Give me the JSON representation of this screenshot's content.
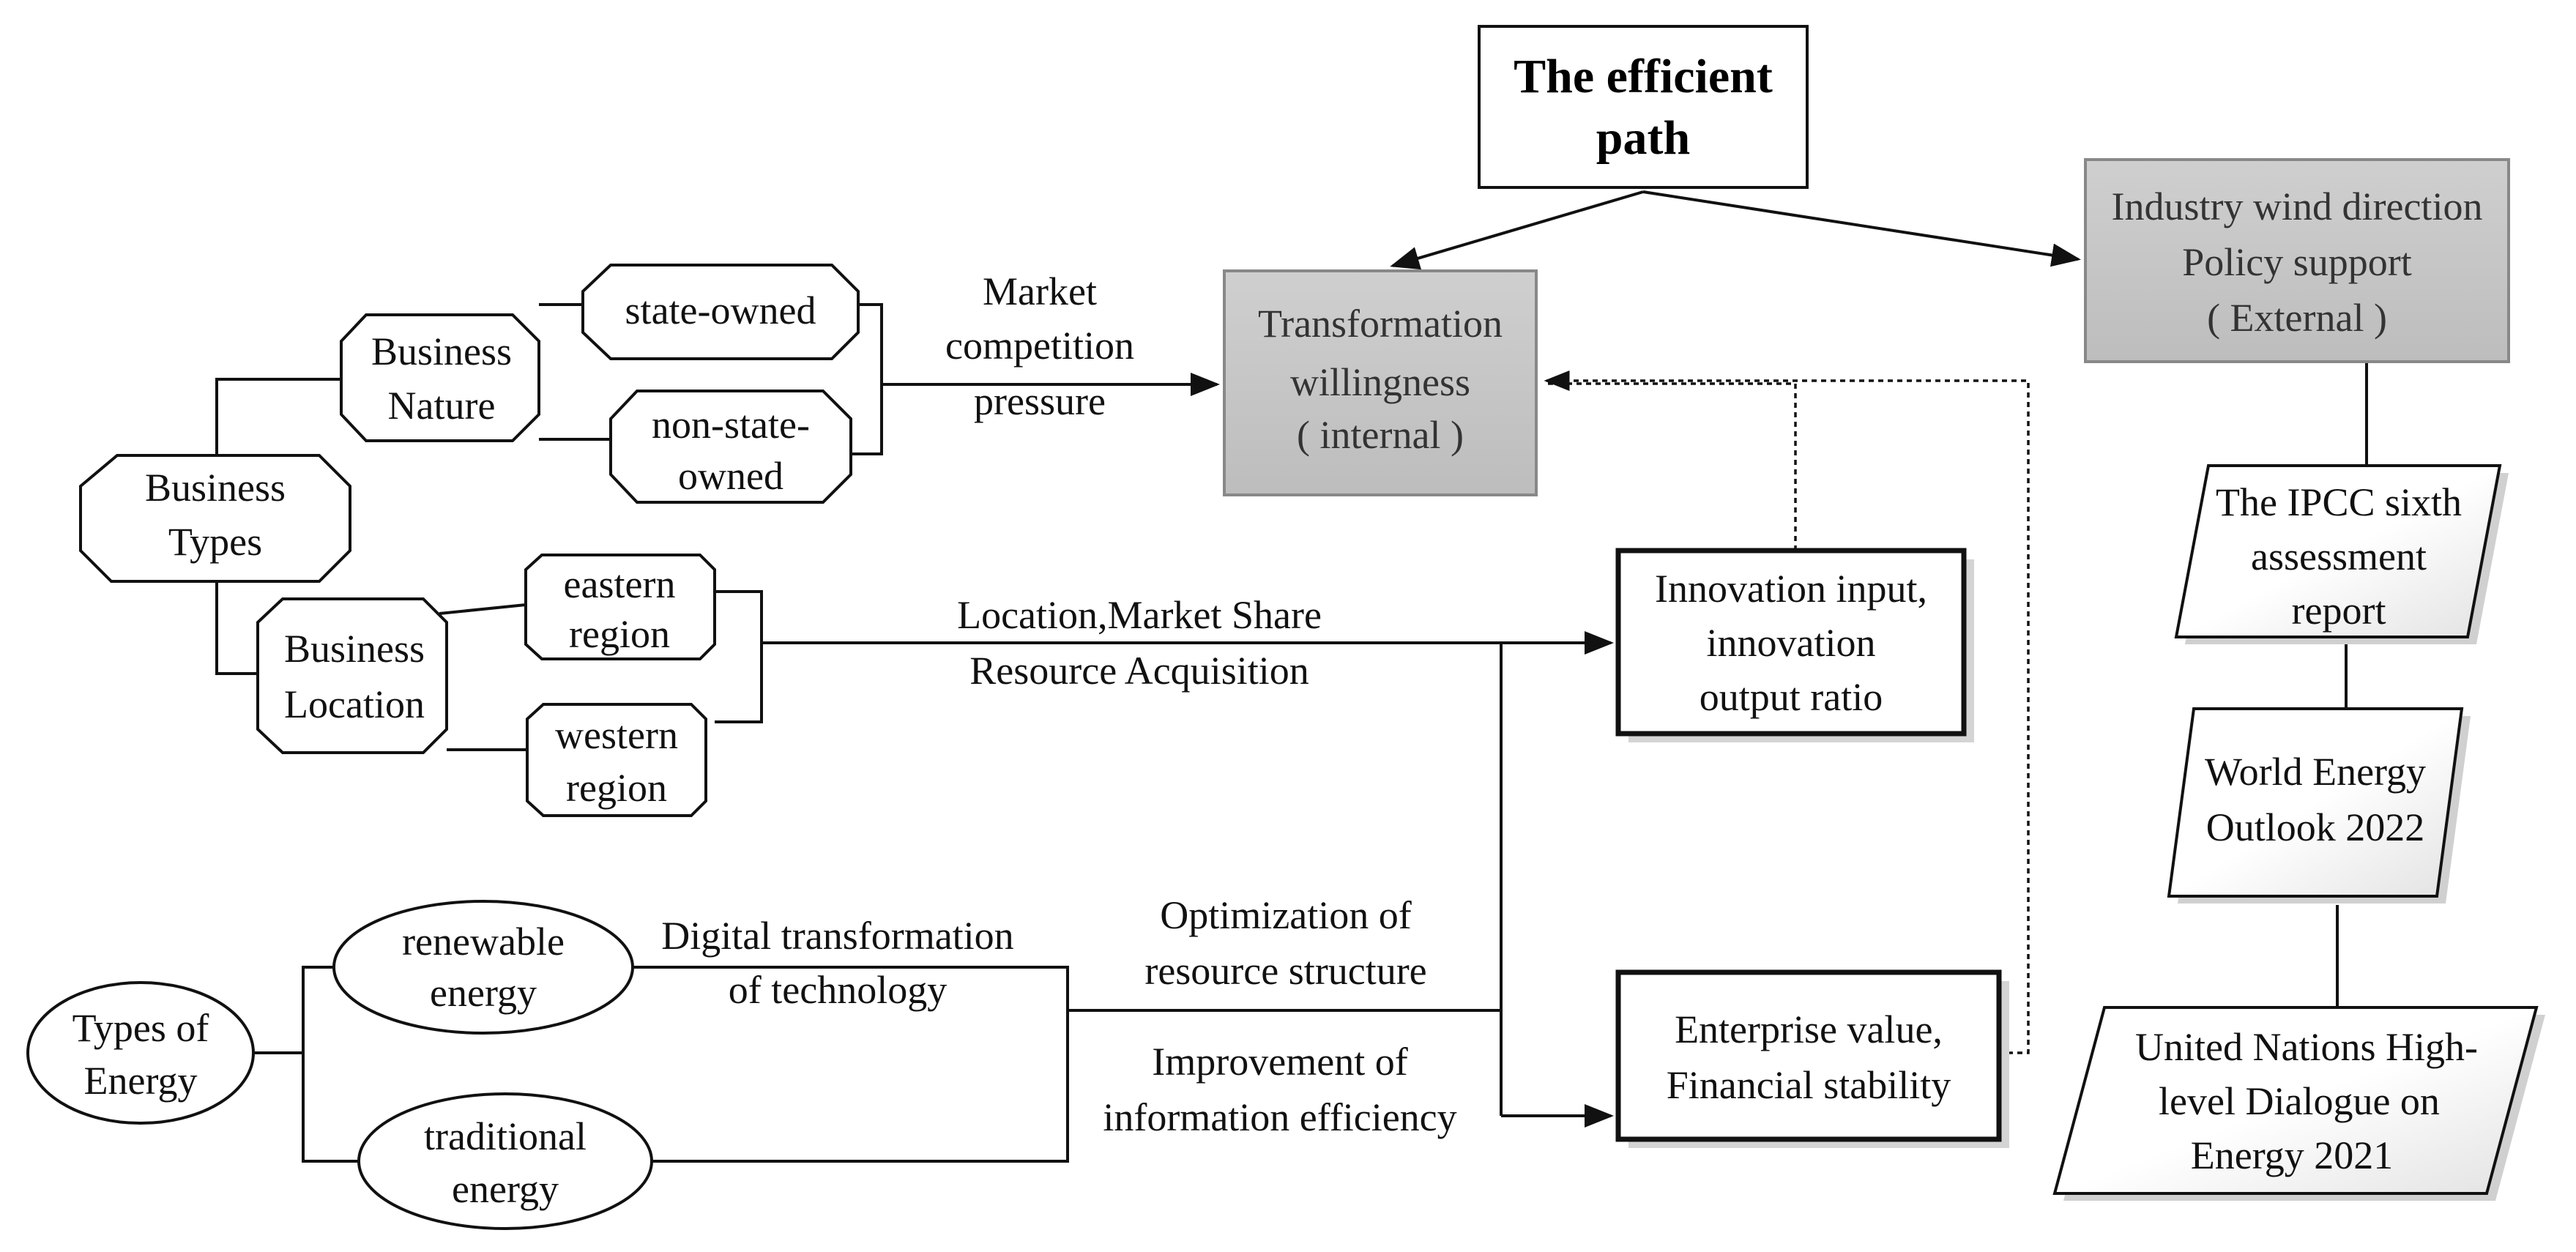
{
  "nodes": {
    "efficient_path": [
      "The efficient",
      "path"
    ],
    "transformation_willingness": [
      "Transformation",
      "willingness",
      "( internal )"
    ],
    "industry_wind": [
      "Industry wind direction",
      "Policy support",
      "( External )"
    ],
    "business_types": [
      "Business",
      "Types"
    ],
    "business_nature": [
      "Business",
      "Nature"
    ],
    "state_owned": [
      "state-owned"
    ],
    "non_state_owned": [
      "non-state-",
      "owned"
    ],
    "business_location": [
      "Business",
      "Location"
    ],
    "eastern_region": [
      "eastern",
      "region"
    ],
    "western_region": [
      "western",
      "region"
    ],
    "innovation_input": [
      "Innovation input,",
      "innovation",
      "output ratio"
    ],
    "enterprise_value": [
      "Enterprise value,",
      "Financial stability"
    ],
    "types_of_energy": [
      "Types of",
      "Energy"
    ],
    "renewable_energy": [
      "renewable",
      "energy"
    ],
    "traditional_energy": [
      "traditional",
      "energy"
    ],
    "ipcc_report": [
      "The IPCC sixth",
      "assessment",
      "report"
    ],
    "world_energy_outlook": [
      "World Energy",
      "Outlook 2022"
    ],
    "un_dialogue": [
      "United Nations High-",
      "level Dialogue on",
      "Energy 2021"
    ]
  },
  "edge_labels": {
    "market_competition": [
      "Market",
      "competition",
      "pressure"
    ],
    "location_market_share": [
      "Location,Market Share",
      "Resource Acquisition"
    ],
    "digital_transformation": [
      "Digital transformation",
      "of technology"
    ],
    "optimization": [
      "Optimization of",
      "resource structure"
    ],
    "improvement": [
      "Improvement of",
      "information efficiency"
    ]
  }
}
